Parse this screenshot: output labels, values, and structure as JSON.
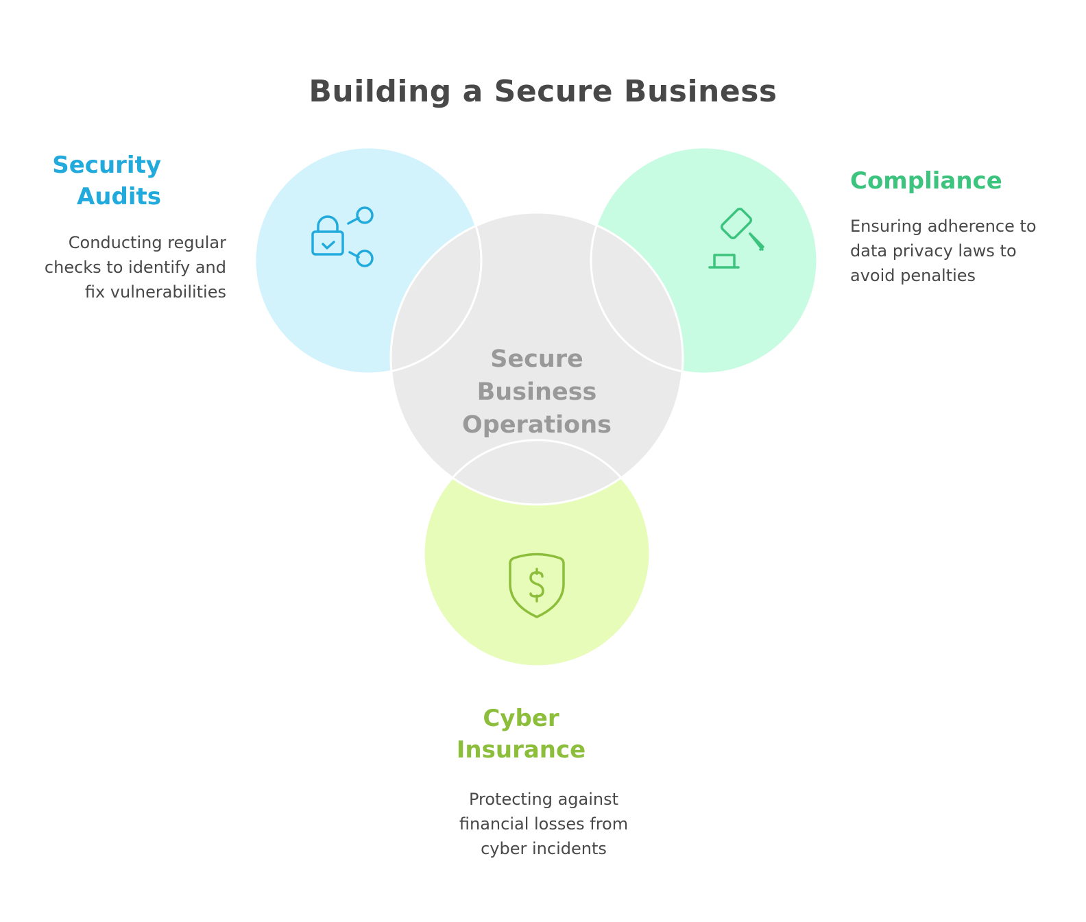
{
  "title": "Building a Secure Business",
  "center": {
    "label": "Secure Business Operations",
    "color": "#EAEAEA",
    "text_color": "#999999"
  },
  "items": [
    {
      "id": "security-audits",
      "heading": "Security Audits",
      "description": "Conducting regular checks to identify and fix vulnerabilities",
      "icon": "lock-share-icon",
      "fill_color": "#D2F3FC",
      "accent_color": "#22AADD"
    },
    {
      "id": "compliance",
      "heading": "Compliance",
      "description": "Ensuring adherence to data privacy laws to avoid penalties",
      "icon": "gavel-icon",
      "fill_color": "#C8FCE2",
      "accent_color": "#3CC47E"
    },
    {
      "id": "cyber-insurance",
      "heading": "Cyber Insurance",
      "description": "Protecting against financial losses from cyber incidents",
      "icon": "shield-dollar-icon",
      "fill_color": "#E6FCB8",
      "accent_color": "#8CBE3C"
    }
  ]
}
